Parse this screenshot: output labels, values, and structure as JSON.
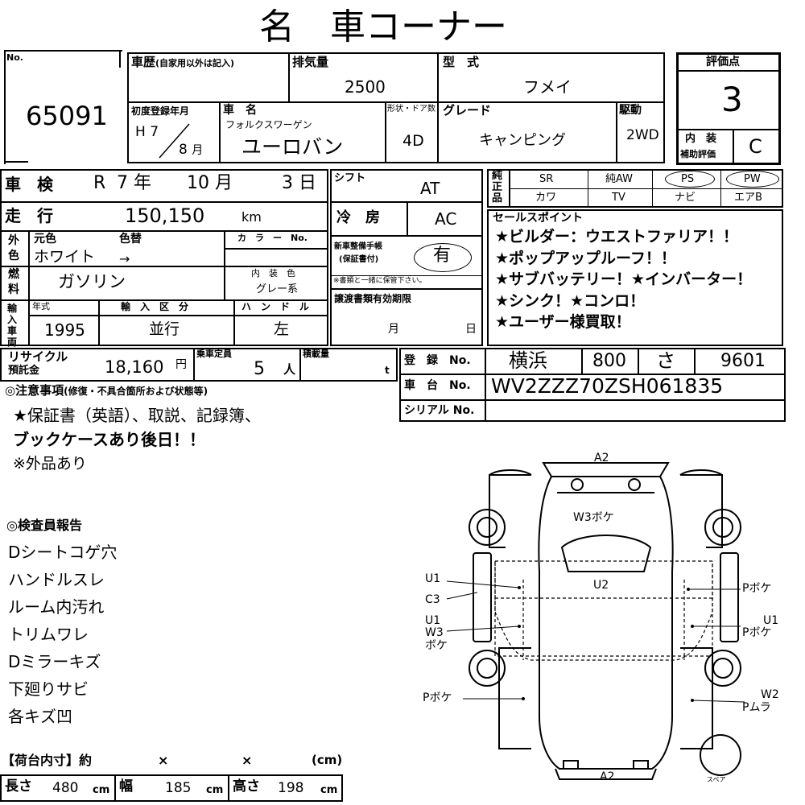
{
  "title": "名　車コーナー",
  "number": {
    "label": "No.",
    "value": "65091"
  },
  "history": {
    "label": "車歴",
    "note": "(自家用以外は記入)",
    "value": ""
  },
  "displacement": {
    "label": "排気量",
    "value": "2500"
  },
  "model": {
    "label": "型　式",
    "value": "フメイ"
  },
  "rating": {
    "label": "評価点",
    "value": "3",
    "interior_label": "内　装",
    "interior_sub": "補助評価",
    "interior_value": "C"
  },
  "first_reg": {
    "label": "初度登録年月",
    "era": "H",
    "year": "7",
    "month": "8",
    "month_unit": "月"
  },
  "car_name": {
    "label": "車　名",
    "sub": "フォルクスワーゲン",
    "value": "ユーロバン"
  },
  "body": {
    "label": "形状・ドア数",
    "value": "4D"
  },
  "grade": {
    "label": "グレード",
    "value": "キャンピング"
  },
  "drive": {
    "label": "駆動",
    "value": "2WD"
  },
  "inspection": {
    "label": "車　検",
    "era": "R",
    "year": "7",
    "year_unit": "年",
    "month": "10",
    "month_unit": "月",
    "day": "3",
    "day_unit": "日"
  },
  "shift": {
    "label": "シフト",
    "value": "AT"
  },
  "mileage": {
    "label": "走　行",
    "value": "150,150",
    "unit": "km"
  },
  "ac": {
    "label": "冷　房",
    "value": "AC"
  },
  "color": {
    "label1": "外",
    "label2": "色",
    "orig_label": "元色",
    "change_label": "色替",
    "orig_value": "ホワイト",
    "arrow": "→",
    "code_label": "カ　ラ　ー　No."
  },
  "fuel": {
    "label1": "燃",
    "label2": "料",
    "value": "ガソリン"
  },
  "interior_color": {
    "label": "内　装　色",
    "value": "グレー系"
  },
  "maint_book": {
    "label1": "新車整備手帳",
    "label2": "(保証書付)",
    "value": "有",
    "note": "※書類と一緒に保管下さい。"
  },
  "import": {
    "label": "輸入車両",
    "year_label": "年式",
    "year": "1995",
    "type_label": "輸　入　区　分",
    "type": "並行",
    "handle_label": "ハ　ン　ド　ル",
    "handle": "左"
  },
  "transfer": {
    "label": "譲渡書類有効期限",
    "month_unit": "月",
    "day_unit": "日"
  },
  "options": {
    "label": "純正品",
    "row1": [
      "SR",
      "純AW",
      "PS",
      "PW"
    ],
    "row2": [
      "カワ",
      "TV",
      "ナビ",
      "エアB"
    ],
    "circled": [
      "PS",
      "PW"
    ]
  },
  "sales_points": {
    "label": "セールスポイント",
    "lines": [
      "★ビルダー：ウエストファリア！！",
      "★ポップアップルーフ！！",
      "★サブバッテリー！★インバーター！",
      "★シンク！★コンロ！",
      "★ユーザー様買取！"
    ]
  },
  "recycle": {
    "label1": "リサイクル",
    "label2": "預託金",
    "value": "18,160",
    "unit": "円"
  },
  "capacity": {
    "label": "乗車定員",
    "value": "5",
    "unit": "人"
  },
  "load": {
    "label": "積載量",
    "unit": "t"
  },
  "registration": {
    "label": "登　録　No.",
    "area": "横浜",
    "class": "800",
    "kana": "さ",
    "number": "9601"
  },
  "chassis": {
    "label": "車　台　No.",
    "value": "WV2ZZZ70ZSH061835"
  },
  "serial": {
    "label": "シリアル No.",
    "value": ""
  },
  "notes": {
    "label": "◎注意事項",
    "sub": "(修復・不具合箇所および状態等)",
    "lines": [
      "★保証書（英語）、取説、記録簿、",
      "ブックケースあり後日！！",
      "※外品あり"
    ]
  },
  "inspector": {
    "label": "◎検査員報告",
    "lines": [
      "Dシートコゲ穴",
      "ハンドルスレ",
      "ルーム内汚れ",
      "トリムワレ",
      "Dミラーキズ",
      "下廻りサビ",
      "各キズ凹"
    ]
  },
  "cargo": {
    "label": "【荷台内寸】約",
    "x1": "×",
    "x2": "×",
    "unit_cm": "(cm)",
    "length_label": "長さ",
    "length": "480",
    "width_label": "幅",
    "width": "185",
    "height_label": "高さ",
    "height": "198",
    "cm": "cm"
  },
  "diagram": {
    "top": "A2",
    "bottom": "A2",
    "center_top": "W3ボケ",
    "center": "U2",
    "left": [
      "U1",
      "C3",
      "U1",
      "W3",
      "ボケ",
      "Pボケ"
    ],
    "right": [
      "Pボケ",
      "U1",
      "Pボケ",
      "W2",
      "Pムラ"
    ],
    "spare": "スペア"
  }
}
